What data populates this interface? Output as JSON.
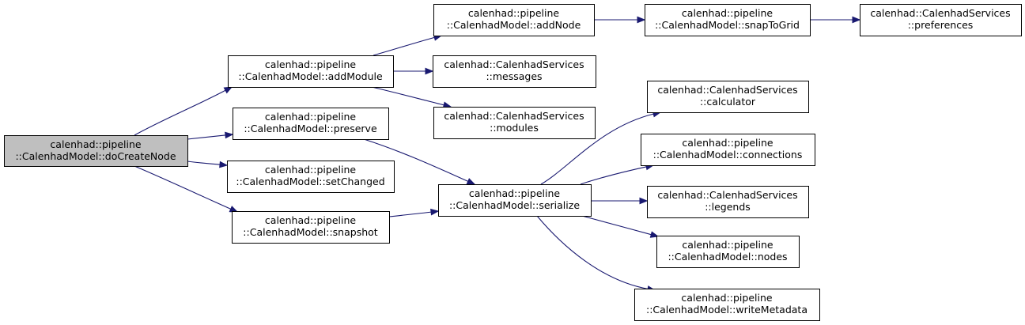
{
  "graph": {
    "colors": {
      "edge": "#191970",
      "root_fill": "#bfbfbf",
      "node_fill": "#ffffff",
      "border": "#000000"
    },
    "nodes": [
      {
        "id": "doCreateNode",
        "line1": "calenhad::pipeline",
        "line2": "::CalenhadModel::doCreateNode",
        "root": true
      },
      {
        "id": "addModule",
        "line1": "calenhad::pipeline",
        "line2": "::CalenhadModel::addModule"
      },
      {
        "id": "preserve",
        "line1": "calenhad::pipeline",
        "line2": "::CalenhadModel::preserve"
      },
      {
        "id": "setChanged",
        "line1": "calenhad::pipeline",
        "line2": "::CalenhadModel::setChanged"
      },
      {
        "id": "snapshot",
        "line1": "calenhad::pipeline",
        "line2": "::CalenhadModel::snapshot"
      },
      {
        "id": "addNode",
        "line1": "calenhad::pipeline",
        "line2": "::CalenhadModel::addNode"
      },
      {
        "id": "messages",
        "line1": "calenhad::CalenhadServices",
        "line2": "::messages"
      },
      {
        "id": "modules",
        "line1": "calenhad::CalenhadServices",
        "line2": "::modules"
      },
      {
        "id": "serialize",
        "line1": "calenhad::pipeline",
        "line2": "::CalenhadModel::serialize"
      },
      {
        "id": "snapToGrid",
        "line1": "calenhad::pipeline",
        "line2": "::CalenhadModel::snapToGrid"
      },
      {
        "id": "preferences",
        "line1": "calenhad::CalenhadServices",
        "line2": "::preferences"
      },
      {
        "id": "calculator",
        "line1": "calenhad::CalenhadServices",
        "line2": "::calculator"
      },
      {
        "id": "connections",
        "line1": "calenhad::pipeline",
        "line2": "::CalenhadModel::connections"
      },
      {
        "id": "legends",
        "line1": "calenhad::CalenhadServices",
        "line2": "::legends"
      },
      {
        "id": "nodes",
        "line1": "calenhad::pipeline",
        "line2": "::CalenhadModel::nodes"
      },
      {
        "id": "writeMetadata",
        "line1": "calenhad::pipeline",
        "line2": "::CalenhadModel::writeMetadata"
      }
    ],
    "edges": [
      {
        "from": "doCreateNode",
        "to": "addModule"
      },
      {
        "from": "doCreateNode",
        "to": "preserve"
      },
      {
        "from": "doCreateNode",
        "to": "setChanged"
      },
      {
        "from": "doCreateNode",
        "to": "snapshot"
      },
      {
        "from": "addModule",
        "to": "addNode"
      },
      {
        "from": "addModule",
        "to": "messages"
      },
      {
        "from": "addModule",
        "to": "modules"
      },
      {
        "from": "addNode",
        "to": "snapToGrid"
      },
      {
        "from": "snapToGrid",
        "to": "preferences"
      },
      {
        "from": "preserve",
        "to": "serialize"
      },
      {
        "from": "snapshot",
        "to": "serialize"
      },
      {
        "from": "serialize",
        "to": "calculator"
      },
      {
        "from": "serialize",
        "to": "connections"
      },
      {
        "from": "serialize",
        "to": "legends"
      },
      {
        "from": "serialize",
        "to": "nodes"
      },
      {
        "from": "serialize",
        "to": "writeMetadata"
      }
    ]
  }
}
